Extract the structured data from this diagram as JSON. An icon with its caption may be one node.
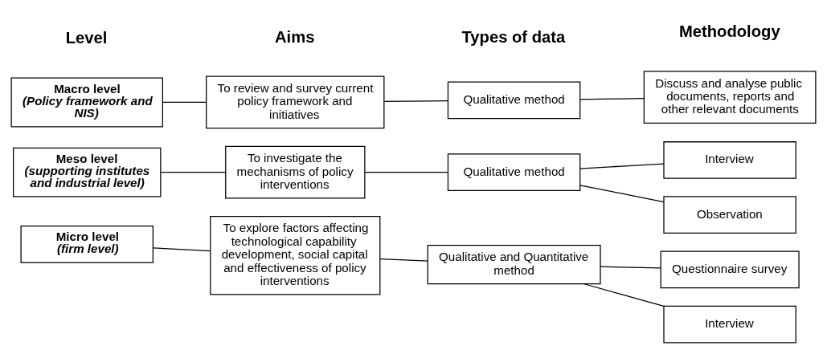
{
  "diagram": {
    "nodes": [
      {
        "text": [
          "Macro level",
          "(Policy framework and NIS)"
        ]
      },
      {
        "text": [
          "To review and survey current policy framework and initiatives"
        ]
      },
      {
        "text": [
          "Qualitative method"
        ]
      },
      {
        "text": [
          "Discuss and analyse public documents, reports and other relevant documents"
        ]
      },
      {
        "text": [
          "Meso level",
          "(supporting institutes and industrial level)"
        ]
      },
      {
        "text": [
          "To investigate the mechanisms of policy interventions"
        ]
      },
      {
        "text": [
          "Qualitative method"
        ]
      },
      {
        "text": [
          "Interview"
        ]
      },
      {
        "text": [
          "Observation"
        ]
      },
      {
        "text": [
          "Micro level",
          "(firm level)"
        ]
      },
      {
        "text": [
          "To explore factors affecting technological capability development, social capital and effectiveness of policy interventions"
        ]
      },
      {
        "text": [
          "Qualitative and Quantitative method"
        ]
      },
      {
        "text": [
          "Questionnaire survey"
        ]
      },
      {
        "text": [
          "Interview"
        ]
      }
    ],
    "edges": [
      {
        "from": 0,
        "to": 1,
        "arrow": "none"
      },
      {
        "from": 1,
        "to": 2,
        "arrow": "none"
      },
      {
        "from": 2,
        "to": 3,
        "arrow": "none"
      },
      {
        "from": 4,
        "to": 5,
        "arrow": "none"
      },
      {
        "from": 5,
        "to": 6,
        "arrow": "none"
      },
      {
        "from": 6,
        "to": 7,
        "arrow": "none"
      },
      {
        "from": 6,
        "to": 8,
        "arrow": "none"
      },
      {
        "from": 9,
        "to": 10,
        "arrow": "none"
      },
      {
        "from": 10,
        "to": 11,
        "arrow": "none"
      },
      {
        "from": 11,
        "to": 12,
        "arrow": "none"
      },
      {
        "from": 11,
        "to": 13,
        "arrow": "none"
      }
    ],
    "labels": [
      "Level",
      "Aims",
      "Types of data",
      "Methodology"
    ]
  }
}
